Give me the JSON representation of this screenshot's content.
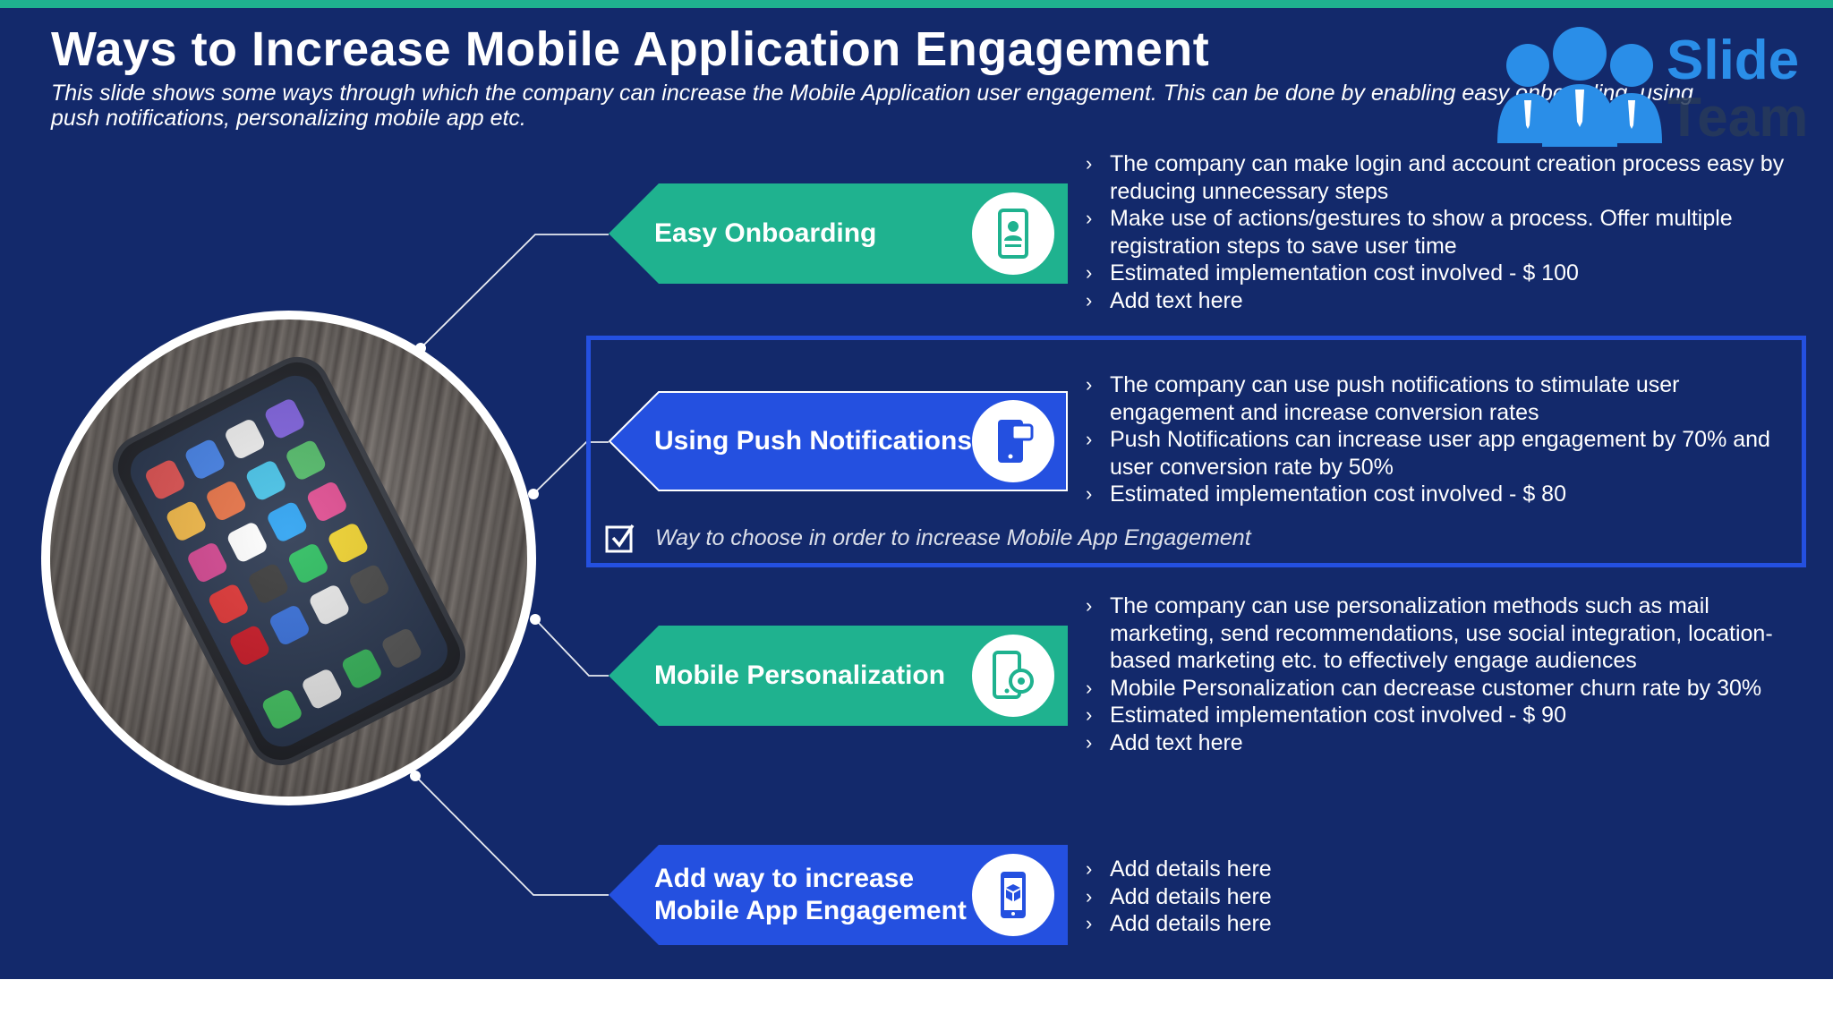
{
  "slide": {
    "title": "Ways to Increase Mobile Application Engagement",
    "subtitle": "This slide shows some ways through which the company can increase the Mobile Application user engagement. This can be done by enabling easy onboarding, using push notifications, personalizing mobile app etc."
  },
  "logo": {
    "line1": "Slide",
    "line2": "Team"
  },
  "colors": {
    "background": "#13296b",
    "green": "#1fb28f",
    "blue": "#2450e0",
    "topbar": "#1fb28f"
  },
  "items": [
    {
      "label": "Easy Onboarding",
      "icon": "onboarding-phone-icon",
      "color": "green",
      "bullets": [
        "The company can make login and account creation process easy by reducing unnecessary steps",
        "Make use of actions/gestures to show a process. Offer multiple registration steps to save user time",
        "Estimated implementation cost involved - $ 100",
        "Add text here"
      ]
    },
    {
      "label": "Using Push Notifications",
      "icon": "push-notification-icon",
      "color": "blue",
      "bullets": [
        "The company can use push notifications to stimulate user engagement and increase conversion rates",
        "Push Notifications can increase user app engagement by 70% and user conversion rate by 50%",
        "Estimated implementation cost involved - $ 80"
      ]
    },
    {
      "label": "Mobile Personalization",
      "icon": "phone-settings-icon",
      "color": "green",
      "bullets": [
        "The company can use personalization methods such as mail marketing, send recommendations, use social integration, location-based marketing etc. to effectively engage audiences",
        "Mobile Personalization can decrease customer churn rate by 30%",
        "Estimated implementation cost involved - $ 90",
        "Add text here"
      ]
    },
    {
      "label": "Add way to increase Mobile App Engagement",
      "icon": "phone-app-icon",
      "color": "blue",
      "bullets": [
        "Add details here",
        "Add details here",
        "Add details here"
      ]
    }
  ],
  "chosen_note": "Way to choose in order to increase Mobile App Engagement"
}
